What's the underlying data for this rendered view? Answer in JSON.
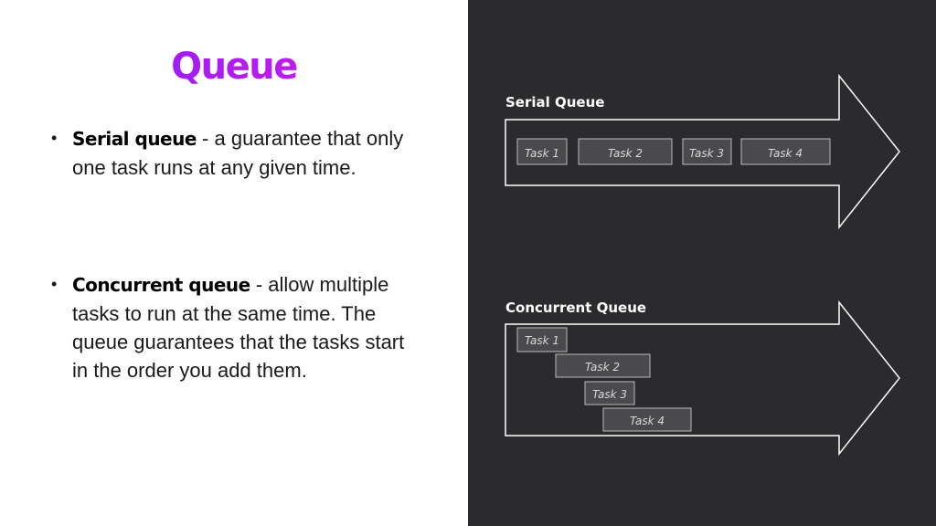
{
  "slide": {
    "title": "Queue",
    "bullets": [
      {
        "term": "Serial queue",
        "text": " - a guarantee that only one task runs at any given time."
      },
      {
        "term": "Concurrent queue",
        "text": " - allow multiple tasks to run at the same time. The queue guarantees that the tasks start in the order you add them."
      }
    ]
  },
  "diagram": {
    "serial": {
      "label": "Serial Queue",
      "tasks": [
        "Task 1",
        "Task 2",
        "Task 3",
        "Task 4"
      ]
    },
    "concurrent": {
      "label": "Concurrent Queue",
      "tasks": [
        "Task 1",
        "Task 2",
        "Task 3",
        "Task 4"
      ]
    }
  },
  "colors": {
    "title_gradient_start": "#7a1bff",
    "title_gradient_end": "#e021d6",
    "panel_background": "#2b2b2e"
  }
}
